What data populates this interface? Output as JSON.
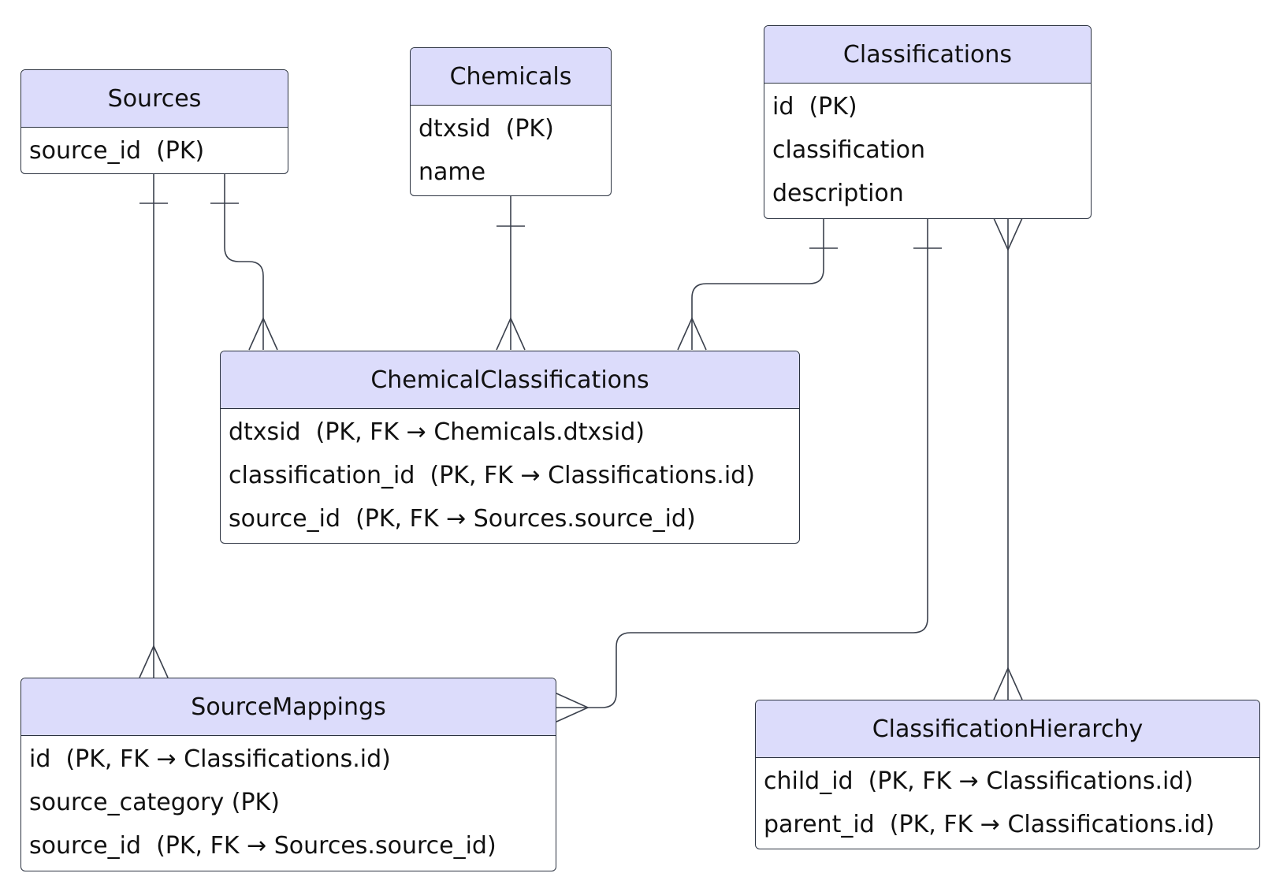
{
  "entities": {
    "sources": {
      "name": "Sources",
      "attributes": [
        "source_id  (PK)"
      ]
    },
    "chemicals": {
      "name": "Chemicals",
      "attributes": [
        "dtxsid  (PK)",
        "name"
      ]
    },
    "classifications": {
      "name": "Classifications",
      "attributes": [
        "id  (PK)",
        "classification",
        "description"
      ]
    },
    "chemical_classifications": {
      "name": "ChemicalClassifications",
      "attributes": [
        "dtxsid  (PK, FK → Chemicals.dtxsid)",
        "classification_id  (PK, FK → Classifications.id)",
        "source_id  (PK, FK → Sources.source_id)"
      ]
    },
    "source_mappings": {
      "name": "SourceMappings",
      "attributes": [
        "id  (PK, FK → Classifications.id)",
        "source_category (PK)",
        "source_id  (PK, FK → Sources.source_id)"
      ]
    },
    "classification_hierarchy": {
      "name": "ClassificationHierarchy",
      "attributes": [
        "child_id  (PK, FK → Classifications.id)",
        "parent_id  (PK, FK → Classifications.id)"
      ]
    }
  },
  "relationships": [
    {
      "from": "Sources",
      "to": "ChemicalClassifications",
      "from_cardinality": "one",
      "to_cardinality": "many"
    },
    {
      "from": "Sources",
      "to": "SourceMappings",
      "from_cardinality": "one",
      "to_cardinality": "many"
    },
    {
      "from": "Chemicals",
      "to": "ChemicalClassifications",
      "from_cardinality": "one",
      "to_cardinality": "many"
    },
    {
      "from": "Classifications",
      "to": "ChemicalClassifications",
      "from_cardinality": "one",
      "to_cardinality": "many"
    },
    {
      "from": "Classifications",
      "to": "SourceMappings",
      "from_cardinality": "one",
      "to_cardinality": "many"
    },
    {
      "from": "Classifications",
      "to": "ClassificationHierarchy",
      "from_cardinality": "many",
      "to_cardinality": "many"
    }
  ],
  "colors": {
    "header_fill": "#dcdcfb",
    "border": "#2b3240",
    "line": "#3b414d",
    "text": "#111111"
  }
}
